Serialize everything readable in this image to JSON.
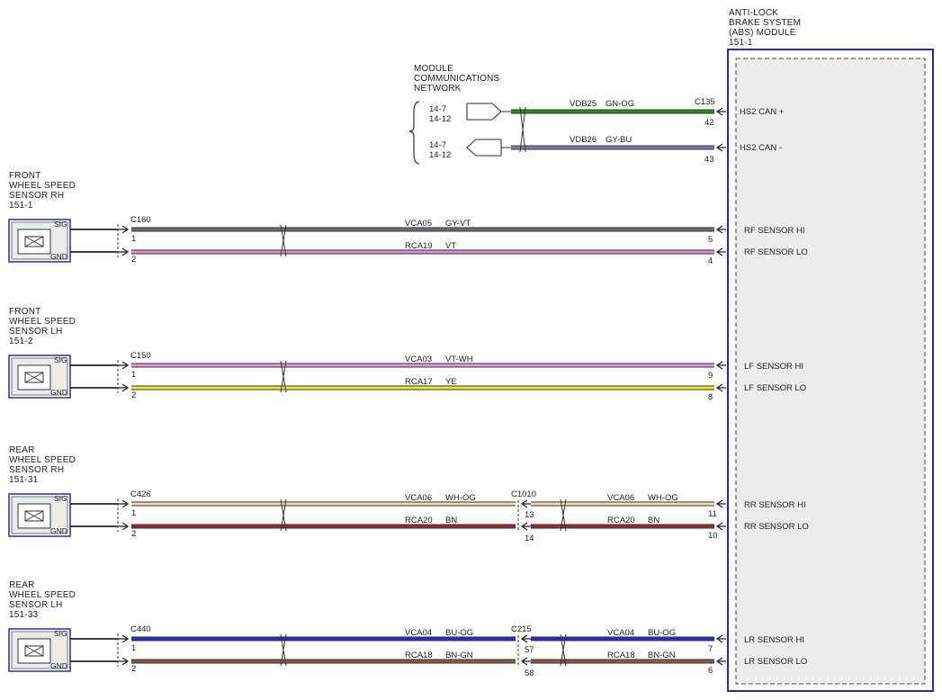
{
  "abs_module": {
    "title_lines": [
      "ANTI-LOCK",
      "BRAKE SYSTEM",
      "(ABS) MODULE",
      "151-1"
    ]
  },
  "network": {
    "title_lines": [
      "MODULE",
      "COMMUNICATIONS",
      "NETWORK"
    ],
    "refs_top": [
      "14-7",
      "14-12"
    ],
    "refs_bottom": [
      "14-7",
      "14-12"
    ],
    "connector": "C135",
    "wires": [
      {
        "circuit": "VDB25",
        "color_code": "GN-OG",
        "pin": "42",
        "signal": "HS2 CAN +",
        "color": "#2e8b1e"
      },
      {
        "circuit": "VDB26",
        "color_code": "GY-BU",
        "pin": "43",
        "signal": "HS2 CAN -",
        "color": "#7f82a8"
      }
    ]
  },
  "sensors": [
    {
      "title_lines": [
        "FRONT",
        "WHEEL SPEED",
        "SENSOR RH",
        "151-1"
      ],
      "sig": "SIG",
      "gnd": "GND",
      "connector": "C160",
      "pin_hi": "1",
      "pin_lo": "2",
      "hi": {
        "circuit": "VCA05",
        "color_code": "GY-VT",
        "pin": "5",
        "signal": "RF SENSOR HI",
        "color": "#6d6d78"
      },
      "lo": {
        "circuit": "RCA19",
        "color_code": "VT",
        "pin": "4",
        "signal": "RF SENSOR LO",
        "color": "#e58ae2"
      }
    },
    {
      "title_lines": [
        "FRONT",
        "WHEEL SPEED",
        "SENSOR LH",
        "151-2"
      ],
      "sig": "SIG",
      "gnd": "GND",
      "connector": "C150",
      "pin_hi": "1",
      "pin_lo": "2",
      "hi": {
        "circuit": "VCA03",
        "color_code": "VT-WH",
        "pin": "9",
        "signal": "LF SENSOR HI",
        "color": "#ea96e6"
      },
      "lo": {
        "circuit": "RCA17",
        "color_code": "YE",
        "pin": "8",
        "signal": "LF SENSOR LO",
        "color": "#f2ee1c"
      }
    },
    {
      "title_lines": [
        "REAR",
        "WHEEL SPEED",
        "SENSOR RH",
        "151-31"
      ],
      "sig": "SIG",
      "gnd": "GND",
      "connector": "C426",
      "pin_hi": "1",
      "pin_lo": "2",
      "inline": {
        "connector": "C1010",
        "pin_hi": "13",
        "pin_lo": "14"
      },
      "hi": {
        "circuit": "VCA06",
        "color_code": "WH-OG",
        "pin": "11",
        "signal": "RR SENSOR HI",
        "color": "#f6deb0"
      },
      "lo": {
        "circuit": "RCA20",
        "color_code": "BN",
        "pin": "10",
        "signal": "RR SENSOR LO",
        "color": "#9b2a2a"
      }
    },
    {
      "title_lines": [
        "REAR",
        "WHEEL SPEED",
        "SENSOR LH",
        "151-33"
      ],
      "sig": "SIG",
      "gnd": "GND",
      "connector": "C440",
      "pin_hi": "1",
      "pin_lo": "2",
      "inline": {
        "connector": "C215",
        "pin_hi": "57",
        "pin_lo": "58"
      },
      "hi": {
        "circuit": "VCA04",
        "color_code": "BU-OG",
        "pin": "7",
        "signal": "LR SENSOR HI",
        "color": "#2230c8"
      },
      "lo": {
        "circuit": "RCA18",
        "color_code": "BN-GN",
        "pin": "6",
        "signal": "LR SENSOR LO",
        "color": "#8a5a3a"
      }
    }
  ]
}
